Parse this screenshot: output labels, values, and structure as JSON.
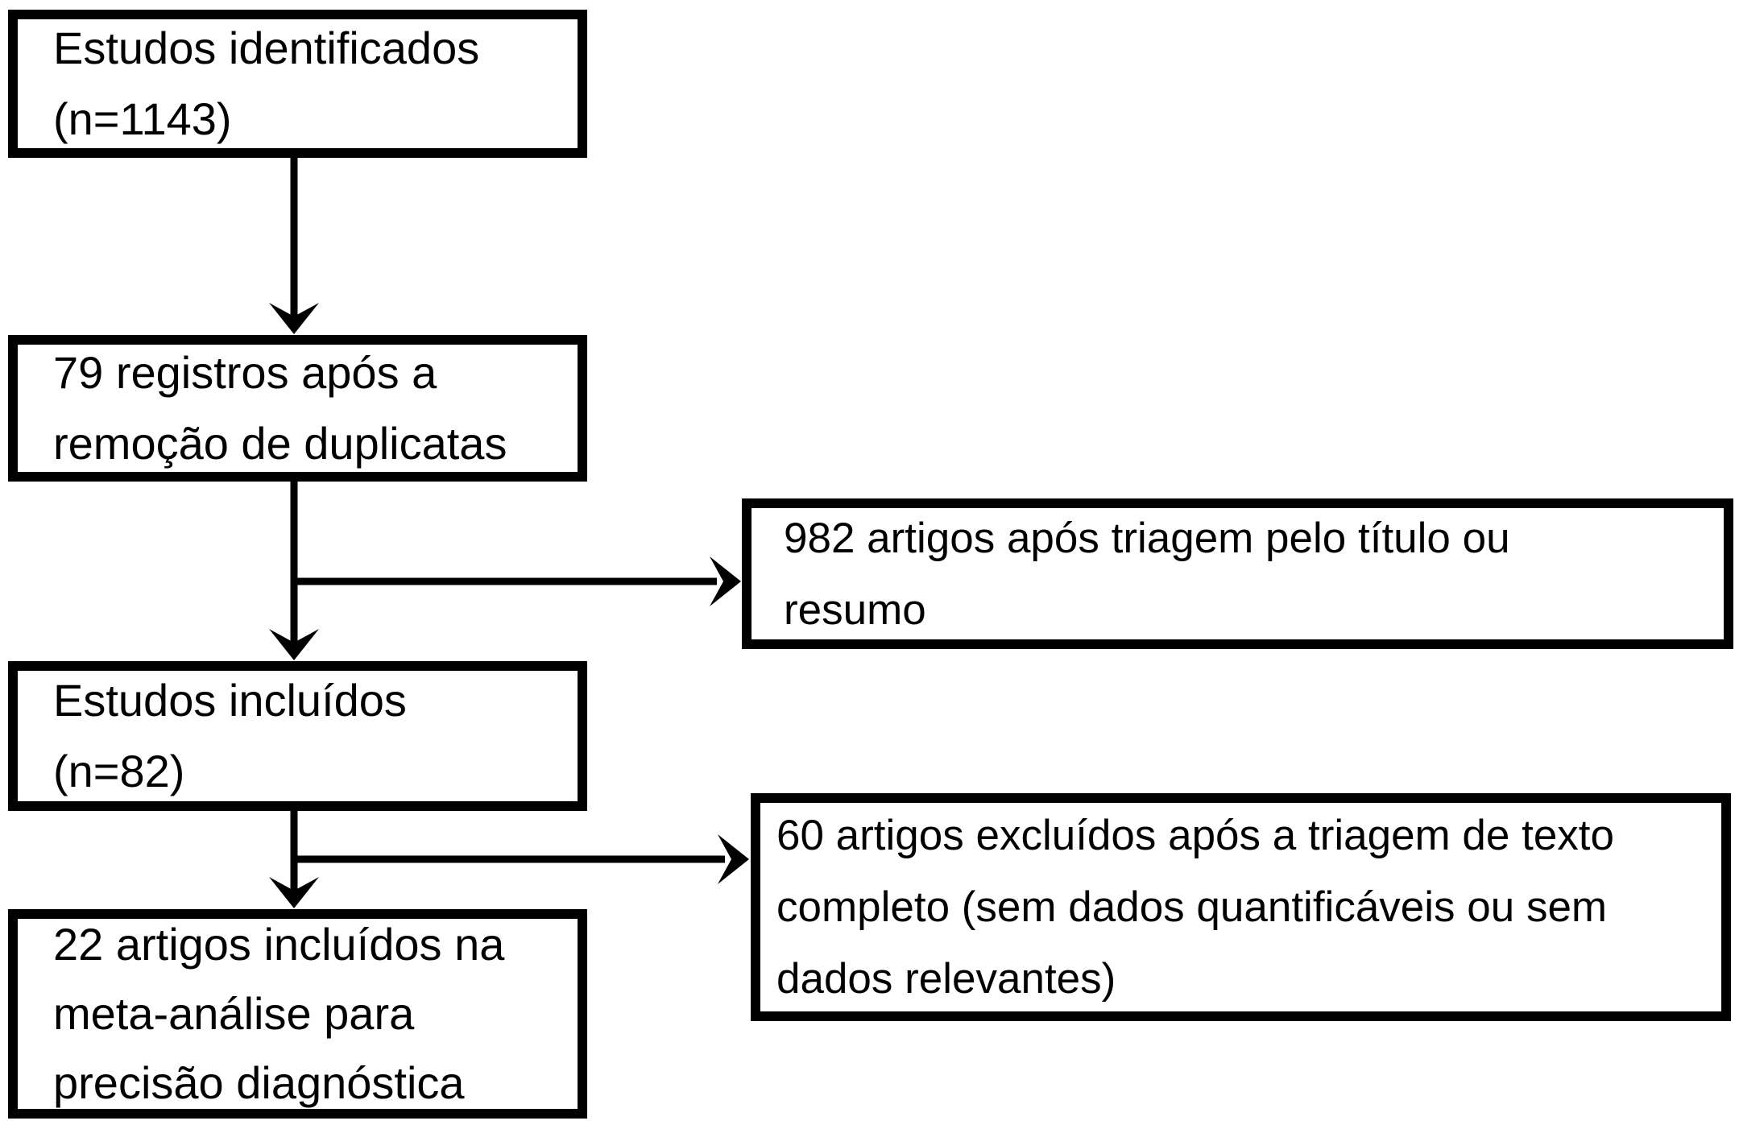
{
  "figure": {
    "type": "prisma-flow-diagram",
    "language": "pt-BR",
    "colors": {
      "background": "#ffffff",
      "box_border": "#000000",
      "text": "#000000",
      "connector": "#000000"
    },
    "boxes": {
      "identified": {
        "line1": "Estudos identificados",
        "line2": "(n=1143)"
      },
      "duplicates_removed": {
        "line1": "79 registros após a",
        "line2": "remoção de duplicatas"
      },
      "title_abstract_screened": {
        "line1": "982 artigos após triagem pelo título ou",
        "line2": "resumo"
      },
      "included": {
        "line1": "Estudos incluídos",
        "line2": "(n=82)"
      },
      "fulltext_excluded": {
        "line1": "60 artigos excluídos após a triagem de texto",
        "line2": "completo (sem dados quantificáveis ou sem",
        "line3": "dados relevantes)"
      },
      "meta_analysis": {
        "line1": "22 artigos incluídos na",
        "line2": "meta-análise para",
        "line3": "precisão diagnóstica"
      }
    }
  }
}
